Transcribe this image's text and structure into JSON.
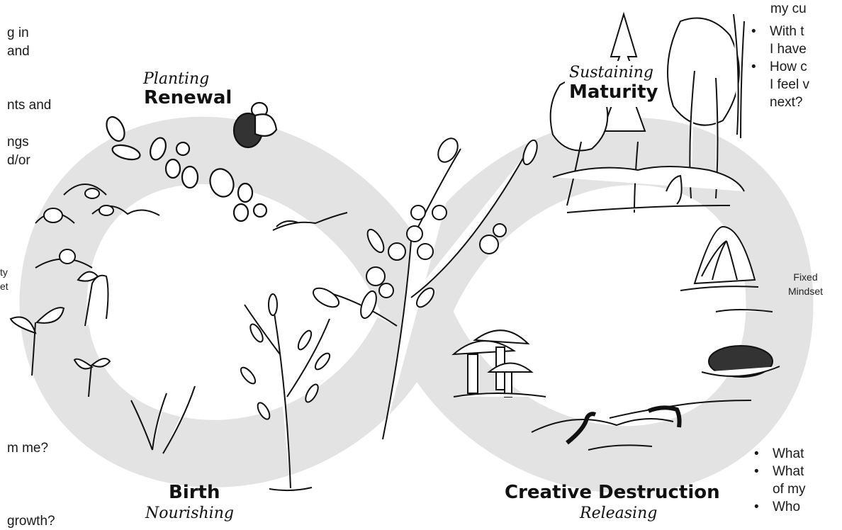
{
  "cycle_labels": {
    "planting": "Planting",
    "renewal": "Renewal",
    "sustaining": "Sustaining",
    "maturity": "Maturity",
    "birth": "Birth",
    "nourishing": "Nourishing",
    "creative_destruction": "Creative Destruction",
    "releasing": "Releasing"
  },
  "mindset_labels": {
    "left_line1": "ty",
    "left_line2": "et",
    "right_line1": "Fixed",
    "right_line2": "Mindset"
  },
  "left_text": {
    "line1": "g in",
    "line2": "and",
    "line3": "nts and",
    "line4": "ngs",
    "line5": "d/or",
    "line6": "m me?",
    "line7": "growth?"
  },
  "right_text_top": {
    "line1": "my cu",
    "line2": "With t",
    "line3": "I have",
    "line4": "How c",
    "line5": "I feel v",
    "line6": "next?"
  },
  "right_text_bottom": {
    "line1": "What",
    "line2": "What",
    "line3": "of my",
    "line4": "Who"
  },
  "colors": {
    "infinity_band": "#e3e3e3",
    "ink": "#111111",
    "background": "#ffffff"
  }
}
